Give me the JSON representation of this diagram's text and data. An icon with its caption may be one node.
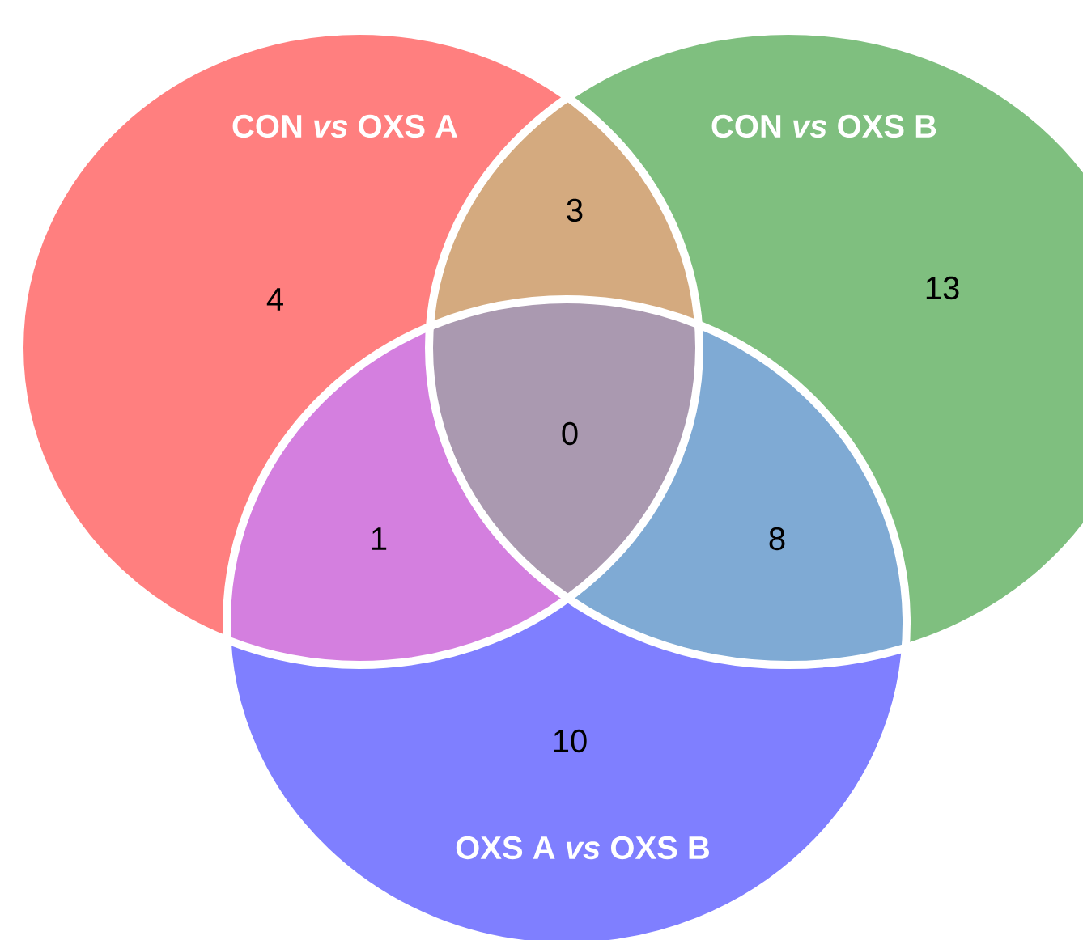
{
  "diagram": {
    "nodes": [
      {
        "text": [
          "CON *vs* OXS A"
        ]
      },
      {
        "text": [
          "CON *vs* OXS B"
        ]
      },
      {
        "text": [
          "OXS A *vs* OXS B"
        ]
      }
    ],
    "labels": [
      "3",
      "4",
      "13",
      "0",
      "1",
      "8",
      "10"
    ]
  }
}
